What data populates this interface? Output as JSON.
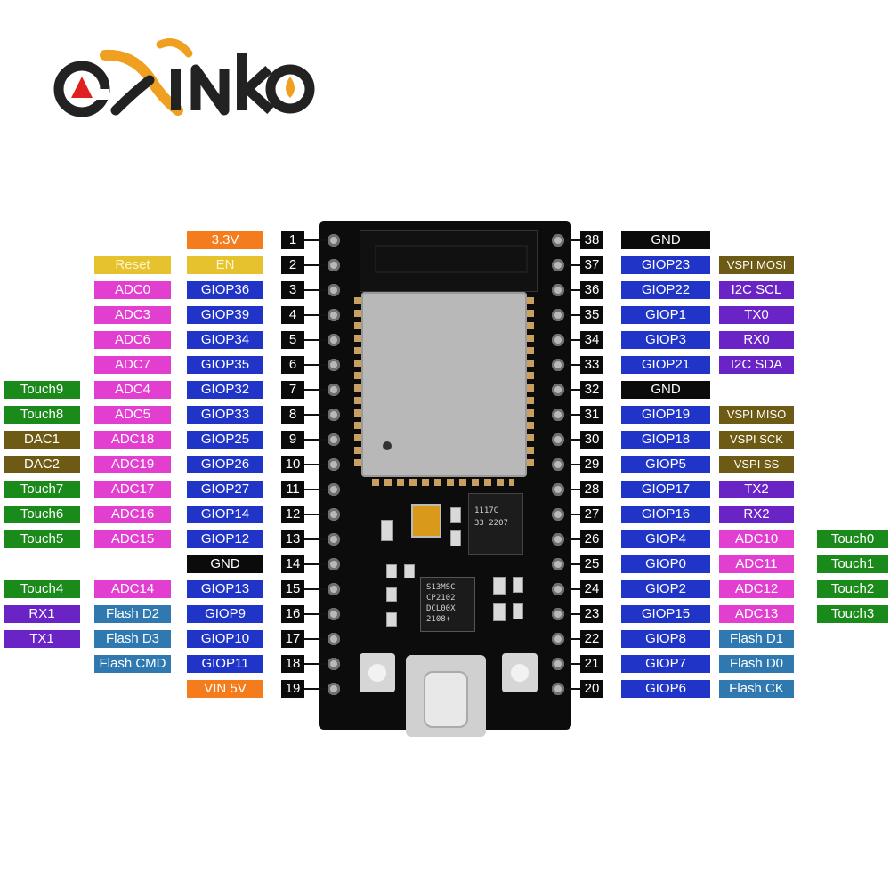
{
  "brand": {
    "text": "exinko"
  },
  "colors": {
    "orange": "#f47c1c",
    "yellow": "#e6c22e",
    "magenta": "#e23fd0",
    "blue": "#2134c8",
    "green": "#1a8a1a",
    "olive": "#6d5a14",
    "purple": "#6a23c4",
    "teal": "#2f79b0",
    "black": "#0b0b0b",
    "board": "#0c0c0c"
  },
  "chip_text": {
    "regulator": [
      "1117C",
      "33 2207"
    ],
    "usb_bridge": [
      "S13MSC",
      "CP2102",
      "DCL00X",
      "2108+"
    ]
  },
  "left_pins": [
    {
      "num": "1",
      "labels": [
        {
          "text": "3.3V",
          "color": "orange"
        }
      ]
    },
    {
      "num": "2",
      "labels": [
        {
          "text": "EN",
          "color": "yellow"
        },
        {
          "text": "Reset",
          "color": "yellow"
        }
      ]
    },
    {
      "num": "3",
      "labels": [
        {
          "text": "GIOP36",
          "color": "blue"
        },
        {
          "text": "ADC0",
          "color": "magenta"
        }
      ]
    },
    {
      "num": "4",
      "labels": [
        {
          "text": "GIOP39",
          "color": "blue"
        },
        {
          "text": "ADC3",
          "color": "magenta"
        }
      ]
    },
    {
      "num": "5",
      "labels": [
        {
          "text": "GIOP34",
          "color": "blue"
        },
        {
          "text": "ADC6",
          "color": "magenta"
        }
      ]
    },
    {
      "num": "6",
      "labels": [
        {
          "text": "GIOP35",
          "color": "blue"
        },
        {
          "text": "ADC7",
          "color": "magenta"
        }
      ]
    },
    {
      "num": "7",
      "labels": [
        {
          "text": "GIOP32",
          "color": "blue"
        },
        {
          "text": "ADC4",
          "color": "magenta"
        },
        {
          "text": "Touch9",
          "color": "green"
        }
      ]
    },
    {
      "num": "8",
      "labels": [
        {
          "text": "GIOP33",
          "color": "blue"
        },
        {
          "text": "ADC5",
          "color": "magenta"
        },
        {
          "text": "Touch8",
          "color": "green"
        }
      ]
    },
    {
      "num": "9",
      "labels": [
        {
          "text": "GIOP25",
          "color": "blue"
        },
        {
          "text": "ADC18",
          "color": "magenta"
        },
        {
          "text": "DAC1",
          "color": "olive"
        }
      ]
    },
    {
      "num": "10",
      "labels": [
        {
          "text": "GIOP26",
          "color": "blue"
        },
        {
          "text": "ADC19",
          "color": "magenta"
        },
        {
          "text": "DAC2",
          "color": "olive"
        }
      ]
    },
    {
      "num": "11",
      "labels": [
        {
          "text": "GIOP27",
          "color": "blue"
        },
        {
          "text": "ADC17",
          "color": "magenta"
        },
        {
          "text": "Touch7",
          "color": "green"
        }
      ]
    },
    {
      "num": "12",
      "labels": [
        {
          "text": "GIOP14",
          "color": "blue"
        },
        {
          "text": "ADC16",
          "color": "magenta"
        },
        {
          "text": "Touch6",
          "color": "green"
        }
      ]
    },
    {
      "num": "13",
      "labels": [
        {
          "text": "GIOP12",
          "color": "blue"
        },
        {
          "text": "ADC15",
          "color": "magenta"
        },
        {
          "text": "Touch5",
          "color": "green"
        }
      ]
    },
    {
      "num": "14",
      "labels": [
        {
          "text": "GND",
          "color": "black"
        }
      ]
    },
    {
      "num": "15",
      "labels": [
        {
          "text": "GIOP13",
          "color": "blue"
        },
        {
          "text": "ADC14",
          "color": "magenta"
        },
        {
          "text": "Touch4",
          "color": "green"
        }
      ]
    },
    {
      "num": "16",
      "labels": [
        {
          "text": "GIOP9",
          "color": "blue"
        },
        {
          "text": "Flash D2",
          "color": "teal"
        },
        {
          "text": "RX1",
          "color": "purple"
        }
      ]
    },
    {
      "num": "17",
      "labels": [
        {
          "text": "GIOP10",
          "color": "blue"
        },
        {
          "text": "Flash D3",
          "color": "teal"
        },
        {
          "text": "TX1",
          "color": "purple"
        }
      ]
    },
    {
      "num": "18",
      "labels": [
        {
          "text": "GIOP11",
          "color": "blue"
        },
        {
          "text": "Flash CMD",
          "color": "teal"
        }
      ]
    },
    {
      "num": "19",
      "labels": [
        {
          "text": "VIN 5V",
          "color": "orange"
        }
      ]
    }
  ],
  "right_pins": [
    {
      "num": "38",
      "labels": [
        {
          "text": "GND",
          "color": "black"
        }
      ]
    },
    {
      "num": "37",
      "labels": [
        {
          "text": "GIOP23",
          "color": "blue"
        },
        {
          "text": "VSPI MOSI",
          "color": "olive"
        }
      ]
    },
    {
      "num": "36",
      "labels": [
        {
          "text": "GIOP22",
          "color": "blue"
        },
        {
          "text": "I2C SCL",
          "color": "purple"
        }
      ]
    },
    {
      "num": "35",
      "labels": [
        {
          "text": "GIOP1",
          "color": "blue"
        },
        {
          "text": "TX0",
          "color": "purple"
        }
      ]
    },
    {
      "num": "34",
      "labels": [
        {
          "text": "GIOP3",
          "color": "blue"
        },
        {
          "text": "RX0",
          "color": "purple"
        }
      ]
    },
    {
      "num": "33",
      "labels": [
        {
          "text": "GIOP21",
          "color": "blue"
        },
        {
          "text": "I2C SDA",
          "color": "purple"
        }
      ]
    },
    {
      "num": "32",
      "labels": [
        {
          "text": "GND",
          "color": "black"
        }
      ]
    },
    {
      "num": "31",
      "labels": [
        {
          "text": "GIOP19",
          "color": "blue"
        },
        {
          "text": "VSPI MISO",
          "color": "olive"
        }
      ]
    },
    {
      "num": "30",
      "labels": [
        {
          "text": "GIOP18",
          "color": "blue"
        },
        {
          "text": "VSPI SCK",
          "color": "olive"
        }
      ]
    },
    {
      "num": "29",
      "labels": [
        {
          "text": "GIOP5",
          "color": "blue"
        },
        {
          "text": "VSPI SS",
          "color": "olive"
        }
      ]
    },
    {
      "num": "28",
      "labels": [
        {
          "text": "GIOP17",
          "color": "blue"
        },
        {
          "text": "TX2",
          "color": "purple"
        }
      ]
    },
    {
      "num": "27",
      "labels": [
        {
          "text": "GIOP16",
          "color": "blue"
        },
        {
          "text": "RX2",
          "color": "purple"
        }
      ]
    },
    {
      "num": "26",
      "labels": [
        {
          "text": "GIOP4",
          "color": "blue"
        },
        {
          "text": "ADC10",
          "color": "magenta"
        },
        {
          "text": "Touch0",
          "color": "green"
        }
      ]
    },
    {
      "num": "25",
      "labels": [
        {
          "text": "GIOP0",
          "color": "blue"
        },
        {
          "text": "ADC11",
          "color": "magenta"
        },
        {
          "text": "Touch1",
          "color": "green"
        }
      ]
    },
    {
      "num": "24",
      "labels": [
        {
          "text": "GIOP2",
          "color": "blue"
        },
        {
          "text": "ADC12",
          "color": "magenta"
        },
        {
          "text": "Touch2",
          "color": "green"
        }
      ]
    },
    {
      "num": "23",
      "labels": [
        {
          "text": "GIOP15",
          "color": "blue"
        },
        {
          "text": "ADC13",
          "color": "magenta"
        },
        {
          "text": "Touch3",
          "color": "green"
        }
      ]
    },
    {
      "num": "22",
      "labels": [
        {
          "text": "GIOP8",
          "color": "blue"
        },
        {
          "text": "Flash D1",
          "color": "teal"
        }
      ]
    },
    {
      "num": "21",
      "labels": [
        {
          "text": "GIOP7",
          "color": "blue"
        },
        {
          "text": "Flash D0",
          "color": "teal"
        }
      ]
    },
    {
      "num": "20",
      "labels": [
        {
          "text": "GIOP6",
          "color": "blue"
        },
        {
          "text": "Flash CK",
          "color": "teal"
        }
      ]
    }
  ]
}
